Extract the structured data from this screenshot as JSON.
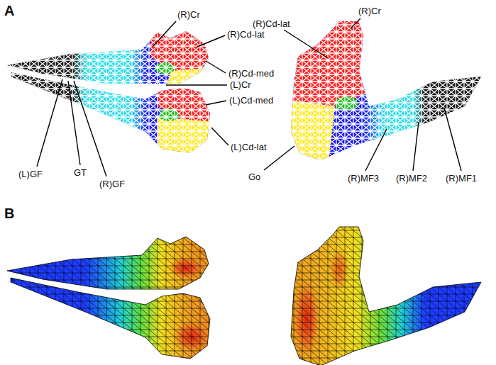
{
  "diagram": {
    "labels": [
      "A",
      "(R)Cr",
      "(R)Cd-lat",
      "(R)Cd-med",
      "(L)Cr",
      "(L)Cd-med",
      "(L)Cd-lat",
      "(L)GF",
      "GT",
      "(R)GF",
      "(R)Cr",
      "(R)Cd-lat",
      "Go",
      "(R)MF3",
      "(R)MF2",
      "(R)MF1",
      "B"
    ]
  }
}
